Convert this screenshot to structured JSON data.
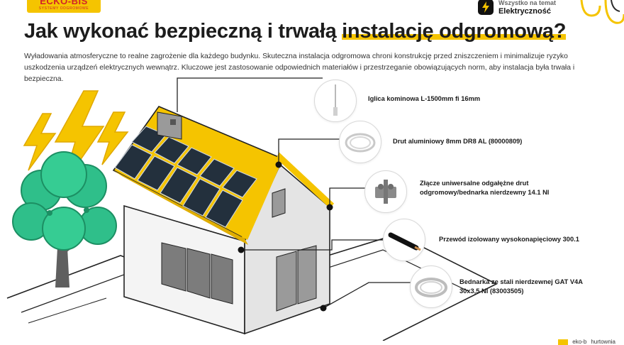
{
  "brand": {
    "logo_main": "ECKO-BIS",
    "logo_sub": "SYSTEMY ODGROMOWE",
    "partner_line1": "Wszystko na temat",
    "partner_line2": "Elektryczność",
    "accent_color": "#f5c400",
    "logo_text_color": "#d2222a"
  },
  "header": {
    "title_plain": "Jak wykonać bezpieczną i trwałą ",
    "title_highlight": "instalację odgromową?"
  },
  "intro": "Wyładowania atmosferyczne to realne zagrożenie dla każdego budynku. Skuteczna instalacja odgromowa chroni konstrukcję przed zniszczeniem i minimalizuje ryzyko uszkodzenia urządzeń elektrycznych wewnątrz. Kluczowe jest zastosowanie odpowiednich materiałów i przestrzeganie obowiązujących norm, aby instalacja była trwała i bezpieczna.",
  "callouts": [
    {
      "label": "Iglica kominowa L-1500mm fi 16mm",
      "icon": "lightning-rod-icon"
    },
    {
      "label": "Drut aluminiowy 8mm DR8 AL (80000809)",
      "icon": "aluminium-wire-coil-icon"
    },
    {
      "label": "Złącze uniwersalne odgałężne drut odgromowy/bednarka nierdzewny 14.1 NI",
      "icon": "universal-clamp-icon"
    },
    {
      "label": "Przewód izolowany wysokonapięciowy 300.1",
      "icon": "insulated-cable-icon"
    },
    {
      "label": "Bednarka ze stali nierdzewnej GAT V4A 30x3,5 NI (83003505)",
      "icon": "steel-strip-coil-icon"
    }
  ],
  "footer": {
    "mark_1": "eko-b",
    "mark_2": "hurtownia"
  }
}
